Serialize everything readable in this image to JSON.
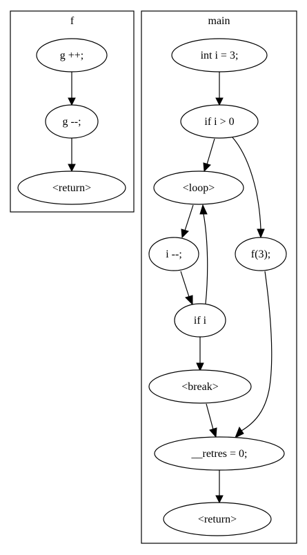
{
  "clusters": {
    "f": {
      "title": "f"
    },
    "main": {
      "title": "main"
    }
  },
  "nodes": {
    "f_g_inc": "g ++;",
    "f_g_dec": "g --;",
    "f_return": "<return>",
    "main_init": "int i = 3;",
    "main_if_gt": "if i > 0",
    "main_loop": "<loop>",
    "main_dec": "i --;",
    "main_if_i": "if i",
    "main_break": "<break>",
    "main_call": "f(3);",
    "main_retres": "__retres = 0;",
    "main_return": "<return>"
  },
  "edges": [
    {
      "from": "f_g_inc",
      "to": "f_g_dec"
    },
    {
      "from": "f_g_dec",
      "to": "f_return"
    },
    {
      "from": "main_init",
      "to": "main_if_gt"
    },
    {
      "from": "main_if_gt",
      "to": "main_loop"
    },
    {
      "from": "main_if_gt",
      "to": "main_call"
    },
    {
      "from": "main_loop",
      "to": "main_dec"
    },
    {
      "from": "main_dec",
      "to": "main_if_i"
    },
    {
      "from": "main_if_i",
      "to": "main_loop"
    },
    {
      "from": "main_if_i",
      "to": "main_break"
    },
    {
      "from": "main_break",
      "to": "main_retres"
    },
    {
      "from": "main_call",
      "to": "main_retres"
    },
    {
      "from": "main_retres",
      "to": "main_return"
    }
  ]
}
